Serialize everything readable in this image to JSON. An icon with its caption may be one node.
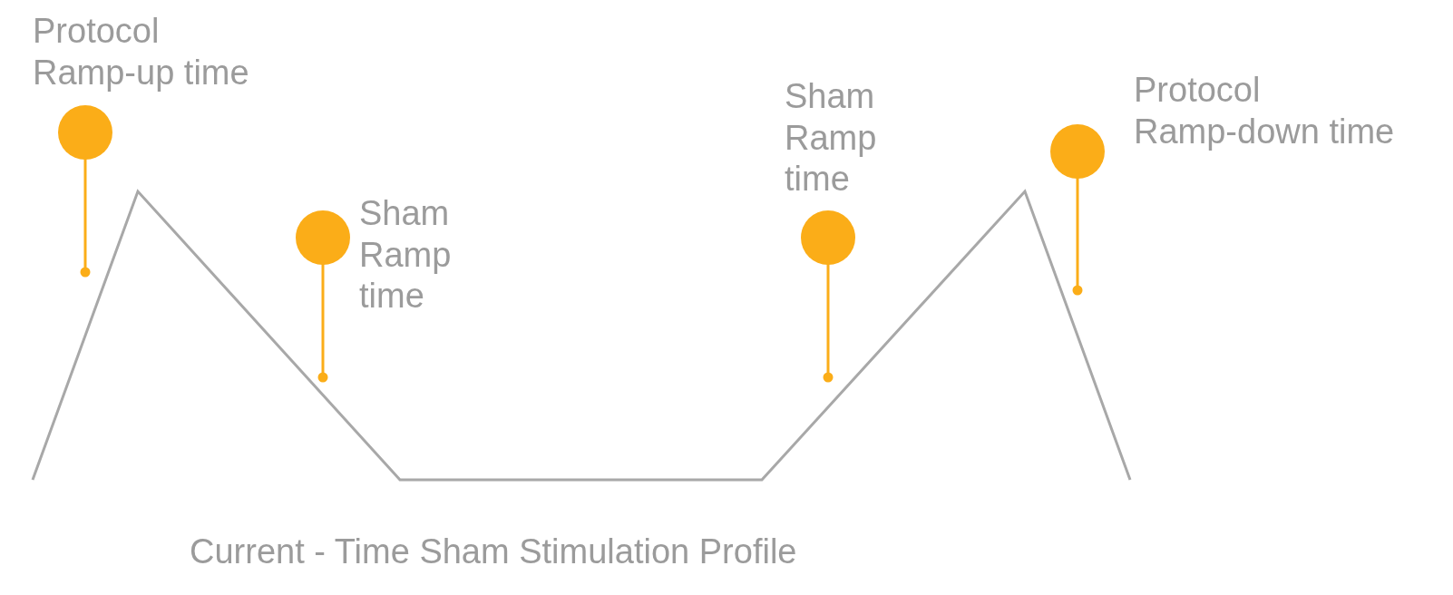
{
  "diagram": {
    "caption": "Current - Time Sham Stimulation Profile",
    "nodes": [
      {
        "text": [
          "Protocol Ramp-up time"
        ]
      },
      {
        "text": [
          "Sham Ramp time"
        ]
      },
      {
        "text": [
          "Sham Ramp time"
        ]
      },
      {
        "text": [
          "Protocol Ramp-down time"
        ]
      }
    ],
    "edges": [
      {
        "from": 0,
        "to": null,
        "arrow": "other"
      },
      {
        "from": 1,
        "to": null,
        "arrow": "other"
      },
      {
        "from": 2,
        "to": null,
        "arrow": "other"
      },
      {
        "from": 3,
        "to": null,
        "arrow": "other"
      }
    ]
  }
}
